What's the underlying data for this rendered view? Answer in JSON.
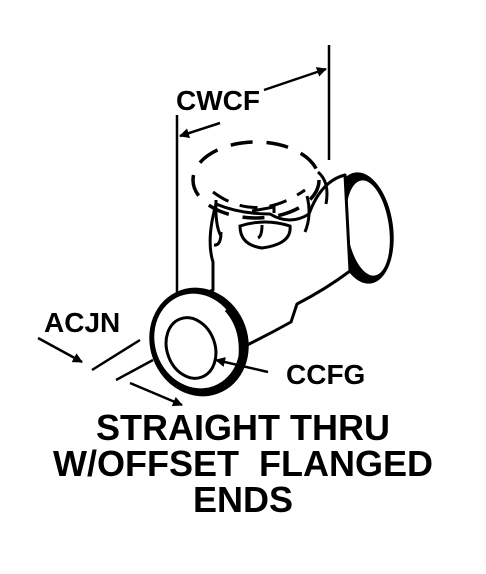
{
  "labels": {
    "cwcf": "CWCF",
    "acjn": "ACJN",
    "ccfg": "CCFG"
  },
  "caption": {
    "line1": "STRAIGHT THRU",
    "line2": "W/OFFSET  FLANGED",
    "line3": "ENDS"
  },
  "colors": {
    "ink": "#000000",
    "paper": "#ffffff"
  }
}
